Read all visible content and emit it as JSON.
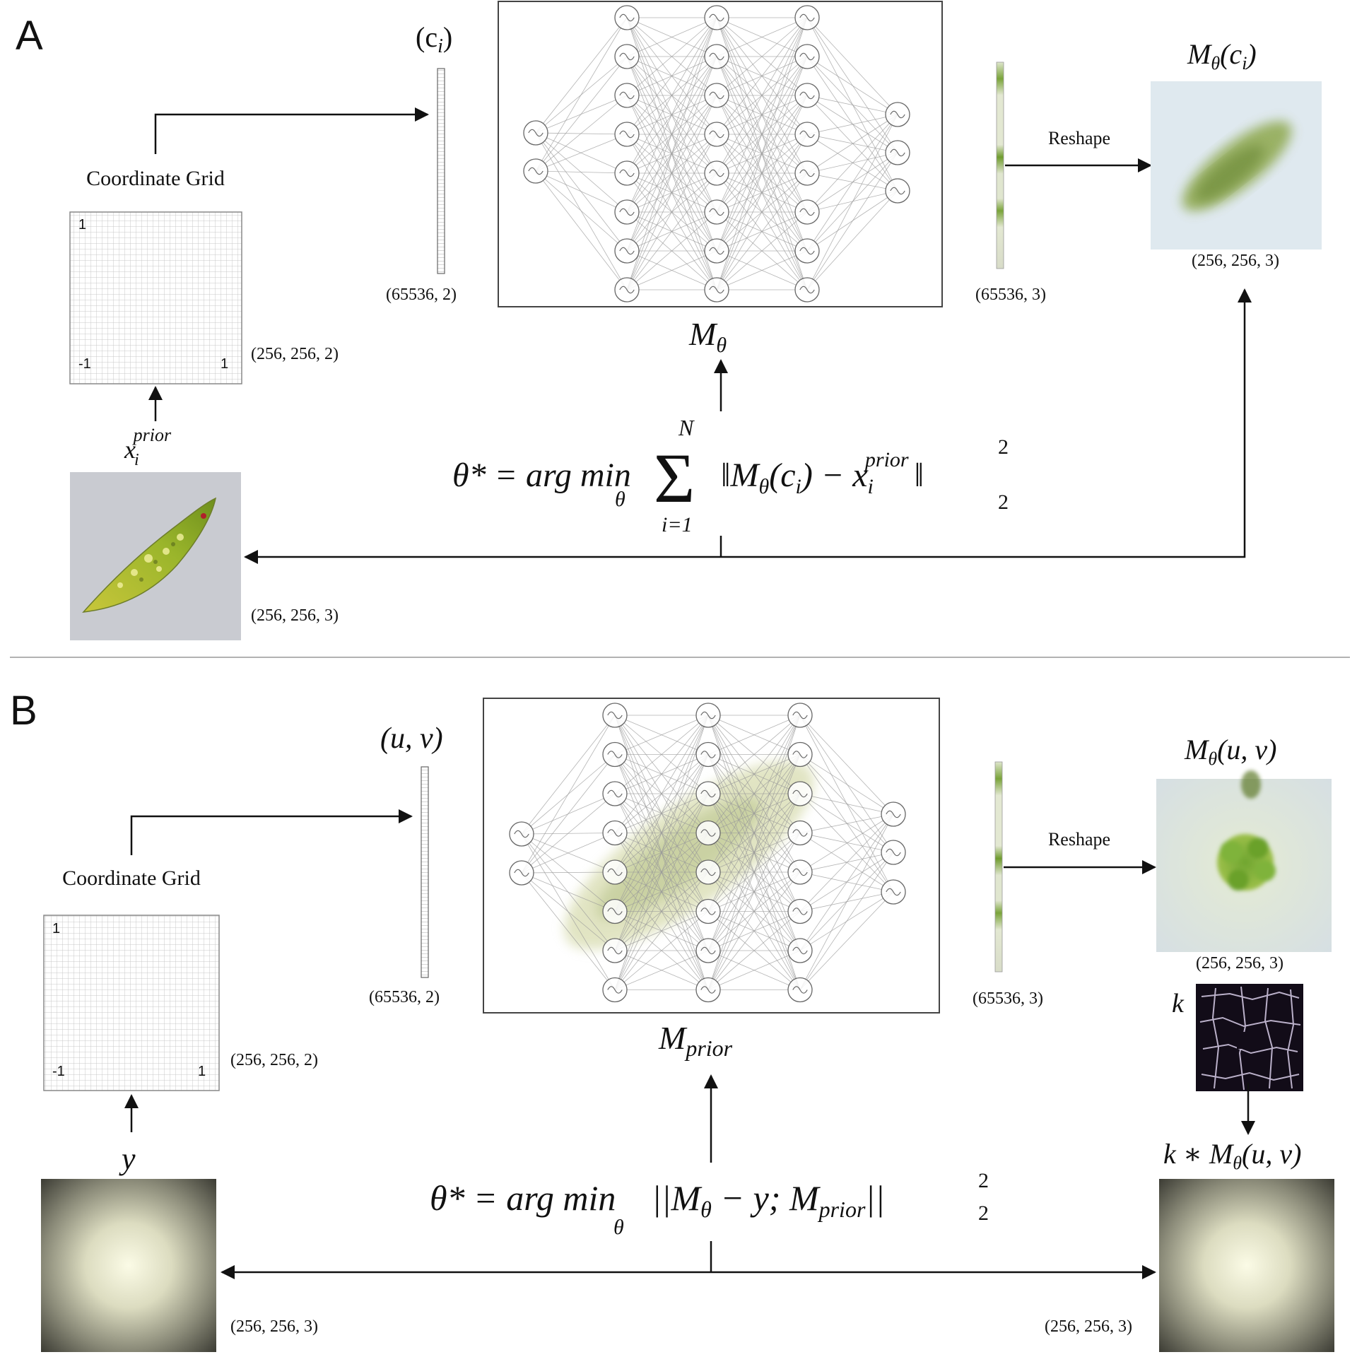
{
  "panel_a": {
    "label": "A",
    "grid_title": "Coordinate Grid",
    "grid_tick_top": "1",
    "grid_tick_bottom_left": "-1",
    "grid_tick_bottom_right": "1",
    "grid_shape": "(256, 256, 2)",
    "input_vector_label": "(c",
    "input_vector_sub": "i",
    "input_vector_close": ")",
    "input_shape": "(65536, 2)",
    "network_label": "M",
    "network_sub": "θ",
    "output_shape": "(65536, 3)",
    "reshape_label": "Reshape",
    "output_image_label": "M",
    "output_image_sub": "θ",
    "output_image_arg": "(c",
    "output_image_arg_sub": "i",
    "output_image_close": ")",
    "output_image_shape": "(256, 256, 3)",
    "prior_label": "x",
    "prior_sub": "i",
    "prior_sup": "prior",
    "prior_shape": "(256, 256, 3)",
    "equation": {
      "lhs": "θ* = arg min",
      "min_sub": "θ",
      "sum_top": "N",
      "sum_bottom": "i=1",
      "sum_symbol": "Σ",
      "body": "‖M",
      "body_sub": "θ",
      "body_arg": "(c",
      "body_arg_sub": "i",
      "body_minus": ") − x",
      "body_x_sub": "i",
      "body_x_sup": "prior",
      "norm_close": "‖",
      "norm_sup": "2",
      "norm_sub": "2"
    }
  },
  "panel_b": {
    "label": "B",
    "grid_title": "Coordinate Grid",
    "grid_tick_top": "1",
    "grid_tick_bottom_left": "-1",
    "grid_tick_bottom_right": "1",
    "grid_shape": "(256, 256, 2)",
    "input_vector_label": "(u, v)",
    "input_shape": "(65536, 2)",
    "network_label": "M",
    "network_sub": "prior",
    "output_shape": "(65536, 3)",
    "reshape_label": "Reshape",
    "output_image_label": "M",
    "output_image_sub": "θ",
    "output_image_arg": "(u, v)",
    "output_image_shape": "(256, 256, 3)",
    "kernel_label": "k",
    "conv_label_k": "k ∗ M",
    "conv_label_sub": "θ",
    "conv_label_arg": "(u, v)",
    "conv_shape": "(256, 256, 3)",
    "measure_label": "y",
    "measure_shape": "(256, 256, 3)",
    "equation": {
      "lhs": "θ* = arg min",
      "min_sub": "θ",
      "body_open": "||M",
      "body_sub": "θ",
      "body_mid": " − y; M",
      "body_sub2": "prior",
      "body_close": "||",
      "norm_sup": "2",
      "norm_sub": "2"
    }
  }
}
